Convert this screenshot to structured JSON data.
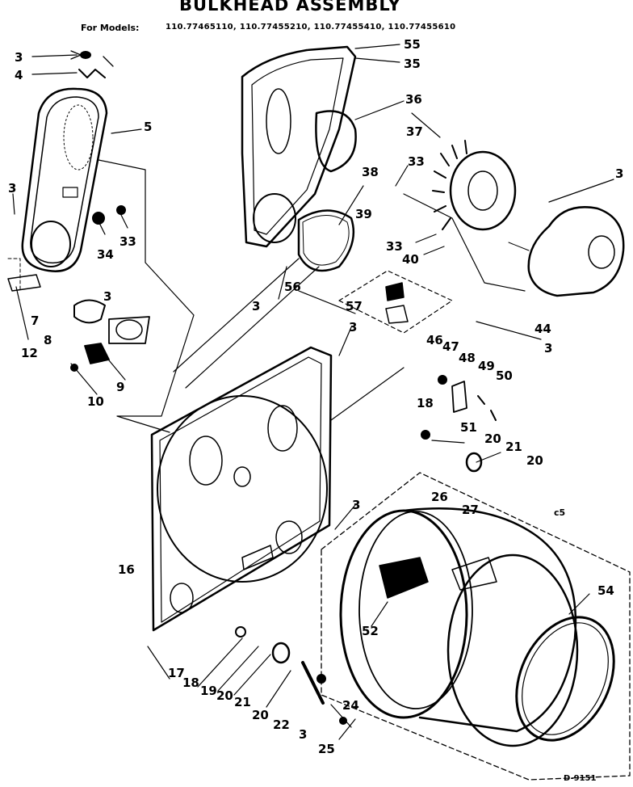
{
  "title": "BULKHEAD ASSEMBLY",
  "models_label": "For Models:",
  "models_list": "110.77465110, 110.77455210, 110.77455410, 110.77455610",
  "section_code": "c5",
  "drawing_number": "D-9151",
  "callouts": [
    {
      "id": "c3a",
      "text": "3"
    },
    {
      "id": "c4",
      "text": "4"
    },
    {
      "id": "c5",
      "text": "5"
    },
    {
      "id": "c3b",
      "text": "3"
    },
    {
      "id": "c33a",
      "text": "33"
    },
    {
      "id": "c34",
      "text": "34"
    },
    {
      "id": "c12",
      "text": "12"
    },
    {
      "id": "c7",
      "text": "7"
    },
    {
      "id": "c3c",
      "text": "3"
    },
    {
      "id": "c8",
      "text": "8"
    },
    {
      "id": "c9",
      "text": "9"
    },
    {
      "id": "c10",
      "text": "10"
    },
    {
      "id": "c55",
      "text": "55"
    },
    {
      "id": "c35",
      "text": "35"
    },
    {
      "id": "c36",
      "text": "36"
    },
    {
      "id": "c37",
      "text": "37"
    },
    {
      "id": "c33b",
      "text": "33"
    },
    {
      "id": "c3d",
      "text": "3"
    },
    {
      "id": "c38",
      "text": "38"
    },
    {
      "id": "c39",
      "text": "39"
    },
    {
      "id": "c33c",
      "text": "33"
    },
    {
      "id": "c40",
      "text": "40"
    },
    {
      "id": "c44",
      "text": "44"
    },
    {
      "id": "c3e",
      "text": "3"
    },
    {
      "id": "c56",
      "text": "56"
    },
    {
      "id": "c57",
      "text": "57"
    },
    {
      "id": "c3f",
      "text": "3"
    },
    {
      "id": "c3g",
      "text": "3"
    },
    {
      "id": "c46",
      "text": "46"
    },
    {
      "id": "c47",
      "text": "47"
    },
    {
      "id": "c48",
      "text": "48"
    },
    {
      "id": "c49",
      "text": "49"
    },
    {
      "id": "c50",
      "text": "50"
    },
    {
      "id": "c18a",
      "text": "18"
    },
    {
      "id": "c51",
      "text": "51"
    },
    {
      "id": "c20a",
      "text": "20"
    },
    {
      "id": "c21a",
      "text": "21"
    },
    {
      "id": "c20b",
      "text": "20"
    },
    {
      "id": "c26",
      "text": "26"
    },
    {
      "id": "c27",
      "text": "27"
    },
    {
      "id": "c3h",
      "text": "3"
    },
    {
      "id": "c16",
      "text": "16"
    },
    {
      "id": "c52",
      "text": "52"
    },
    {
      "id": "c54",
      "text": "54"
    },
    {
      "id": "c17",
      "text": "17"
    },
    {
      "id": "c18b",
      "text": "18"
    },
    {
      "id": "c19",
      "text": "19"
    },
    {
      "id": "c20c",
      "text": "20"
    },
    {
      "id": "c21b",
      "text": "21"
    },
    {
      "id": "c20d",
      "text": "20"
    },
    {
      "id": "c22",
      "text": "22"
    },
    {
      "id": "c24",
      "text": "24"
    },
    {
      "id": "c3i",
      "text": "3"
    },
    {
      "id": "c25",
      "text": "25"
    }
  ]
}
